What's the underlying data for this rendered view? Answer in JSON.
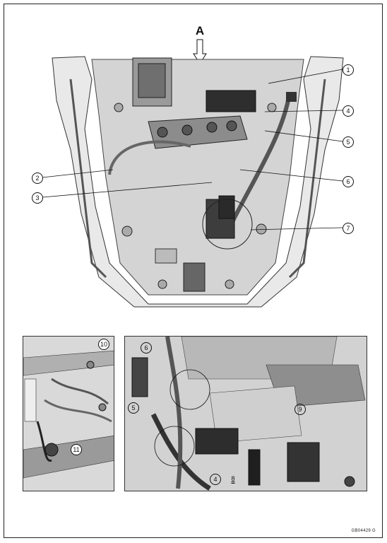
{
  "view_label": "A",
  "main_callouts": [
    "1",
    "2",
    "3",
    "4",
    "5",
    "6",
    "7"
  ],
  "inset_left_callouts": [
    "10",
    "11"
  ],
  "inset_right_callouts": [
    "6",
    "5",
    "9",
    "4",
    "8"
  ],
  "figure_code": "GB04429  G",
  "colors": {
    "line": "#111111",
    "shade_light": "#e6e6e6",
    "shade_mid": "#bdbdbd",
    "shade_dark": "#3a3a3a"
  }
}
